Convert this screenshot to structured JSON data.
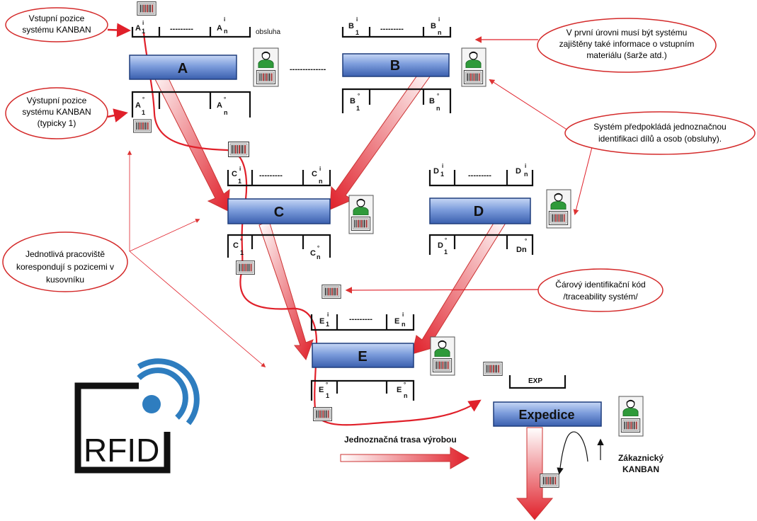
{
  "stations": {
    "A": {
      "label": "A",
      "in_first": "A",
      "in_last": "A",
      "out_first": "A",
      "out_last": "A"
    },
    "B": {
      "label": "B",
      "in_first": "B",
      "in_last": "B",
      "out_first": "B",
      "out_last": "B"
    },
    "C": {
      "label": "C",
      "in_first": "C",
      "in_last": "C",
      "out_first": "C",
      "out_last": "C"
    },
    "D": {
      "label": "D",
      "in_first": "D",
      "in_last": "D",
      "out_first": "D",
      "out_last": "Dn"
    },
    "E": {
      "label": "E",
      "in_first": "E",
      "in_last": "E",
      "out_first": "E",
      "out_last": "E"
    },
    "EXP": {
      "label": "Expedice",
      "buffer": "EXP"
    }
  },
  "marks": {
    "in": "i",
    "out": "°",
    "first": "1",
    "last": "n",
    "dots": "---------",
    "between_dots": "--------------"
  },
  "operator_label": "obsluha",
  "callouts": {
    "input_kanban": [
      "Vstupní pozice",
      "systému KANBAN"
    ],
    "output_kanban": [
      "Výstupní pozice",
      "systému KANBAN",
      "(typicky 1)"
    ],
    "first_level": [
      "V první úrovni musí být systému",
      "zajištěny také informace o vstupním",
      "materiálu (šarže atd.)"
    ],
    "identification": [
      "Systém předpokládá jednoznačnou",
      "identifikaci dílů a osob (obsluhy)."
    ],
    "workplaces": [
      "Jednotlivá pracoviště",
      "korespondují s pozicemi v",
      "kusovníku"
    ],
    "barcode": [
      "Čárový identifikační kód",
      "/traceability systém/"
    ]
  },
  "route_label": "Jednoznačná trasa výrobou",
  "customer_kanban": [
    "Zákaznický",
    "KANBAN"
  ],
  "logo_text": "RFID",
  "colors": {
    "box_dark": "#3a5fae",
    "box_light": "#a9c2ee",
    "arrow_red": "#e0202a",
    "callout_border": "#d42a2a"
  }
}
